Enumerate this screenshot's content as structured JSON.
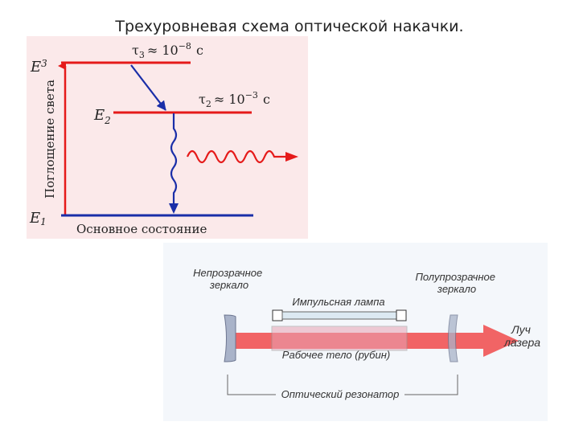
{
  "title": "Трехуровневая схема оптической накачки.",
  "colors": {
    "panel_bg": "#fbe9ea",
    "level_red": "#e51a1a",
    "level_blue": "#1a2ea8",
    "laser_beam": "#f04a4a",
    "photo_bg": "#f4f7fb",
    "mirror": "#a9b3c9"
  },
  "energy": {
    "axis_label": "Поглощение света",
    "level_e3": {
      "letter": "E",
      "index": "3"
    },
    "level_e2": {
      "letter": "E",
      "index": "2"
    },
    "level_e1": {
      "letter": "E",
      "index": "1"
    },
    "tau3": {
      "symbol": "τ",
      "sub": "3",
      "approx": "≈ 10",
      "exp": "−8",
      "unit": "с"
    },
    "tau2": {
      "symbol": "τ",
      "sub": "2",
      "approx": "≈ 10",
      "exp": "−3",
      "unit": "с"
    },
    "ground_label": "Основное состояние"
  },
  "laser": {
    "opaque_mirror": [
      "Непрозрачное",
      "зеркало"
    ],
    "semi_mirror": [
      "Полупрозрачное",
      "зеркало"
    ],
    "lamp": "Импульсная лампа",
    "medium": "Рабочее тело (рубин)",
    "beam": [
      "Луч",
      "лазера"
    ],
    "resonator": "Оптический резонатор"
  }
}
